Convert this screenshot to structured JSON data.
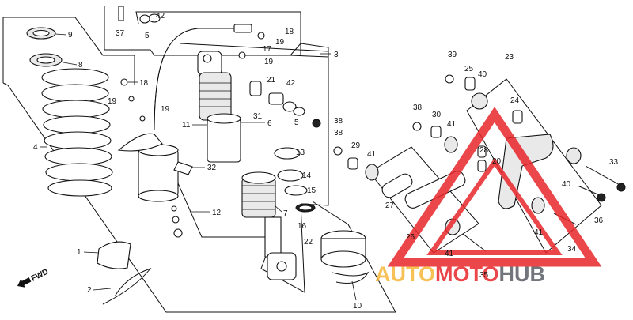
{
  "callouts": [
    {
      "id": "c1",
      "text": "1"
    },
    {
      "id": "c2",
      "text": "2"
    },
    {
      "id": "c3",
      "text": "3"
    },
    {
      "id": "c4",
      "text": "4"
    },
    {
      "id": "c5a",
      "text": "5"
    },
    {
      "id": "c5b",
      "text": "5"
    },
    {
      "id": "c6",
      "text": "6"
    },
    {
      "id": "c7",
      "text": "7"
    },
    {
      "id": "c8",
      "text": "8"
    },
    {
      "id": "c9",
      "text": "9"
    },
    {
      "id": "c10",
      "text": "10"
    },
    {
      "id": "c11",
      "text": "11"
    },
    {
      "id": "c12",
      "text": "12"
    },
    {
      "id": "c13",
      "text": "13"
    },
    {
      "id": "c14",
      "text": "14"
    },
    {
      "id": "c15",
      "text": "15"
    },
    {
      "id": "c16",
      "text": "16"
    },
    {
      "id": "c17",
      "text": "17"
    },
    {
      "id": "c18a",
      "text": "18"
    },
    {
      "id": "c18b",
      "text": "18"
    },
    {
      "id": "c19a",
      "text": "19"
    },
    {
      "id": "c19b",
      "text": "19"
    },
    {
      "id": "c19c",
      "text": "19"
    },
    {
      "id": "c19d",
      "text": "19"
    },
    {
      "id": "c20",
      "text": "20"
    },
    {
      "id": "c21",
      "text": "21"
    },
    {
      "id": "c22",
      "text": "22"
    },
    {
      "id": "c23",
      "text": "23"
    },
    {
      "id": "c24",
      "text": "24"
    },
    {
      "id": "c25",
      "text": "25"
    },
    {
      "id": "c26",
      "text": "26"
    },
    {
      "id": "c27",
      "text": "27"
    },
    {
      "id": "c28",
      "text": "28"
    },
    {
      "id": "c29",
      "text": "29"
    },
    {
      "id": "c30",
      "text": "30"
    },
    {
      "id": "c31",
      "text": "31"
    },
    {
      "id": "c32",
      "text": "32"
    },
    {
      "id": "c33",
      "text": "33"
    },
    {
      "id": "c34",
      "text": "34"
    },
    {
      "id": "c35",
      "text": "35"
    },
    {
      "id": "c36",
      "text": "36"
    },
    {
      "id": "c37",
      "text": "37"
    },
    {
      "id": "c38a",
      "text": "38"
    },
    {
      "id": "c38b",
      "text": "38"
    },
    {
      "id": "c38c",
      "text": "38"
    },
    {
      "id": "c39",
      "text": "39"
    },
    {
      "id": "c40a",
      "text": "40"
    },
    {
      "id": "c40b",
      "text": "40"
    },
    {
      "id": "c41a",
      "text": "41"
    },
    {
      "id": "c41b",
      "text": "41"
    },
    {
      "id": "c41c",
      "text": "41"
    },
    {
      "id": "c41d",
      "text": "41"
    },
    {
      "id": "c42a",
      "text": "42"
    },
    {
      "id": "c42b",
      "text": "42"
    }
  ],
  "direction_label": "FWD",
  "watermark": {
    "part1": "AUTO",
    "part2": "MOTO",
    "part3": "HUB",
    "color_auto": "#f6b73c",
    "color_moto": "#e8262b",
    "color_hub": "#5a5f66",
    "triangle_color": "#e8262b"
  }
}
